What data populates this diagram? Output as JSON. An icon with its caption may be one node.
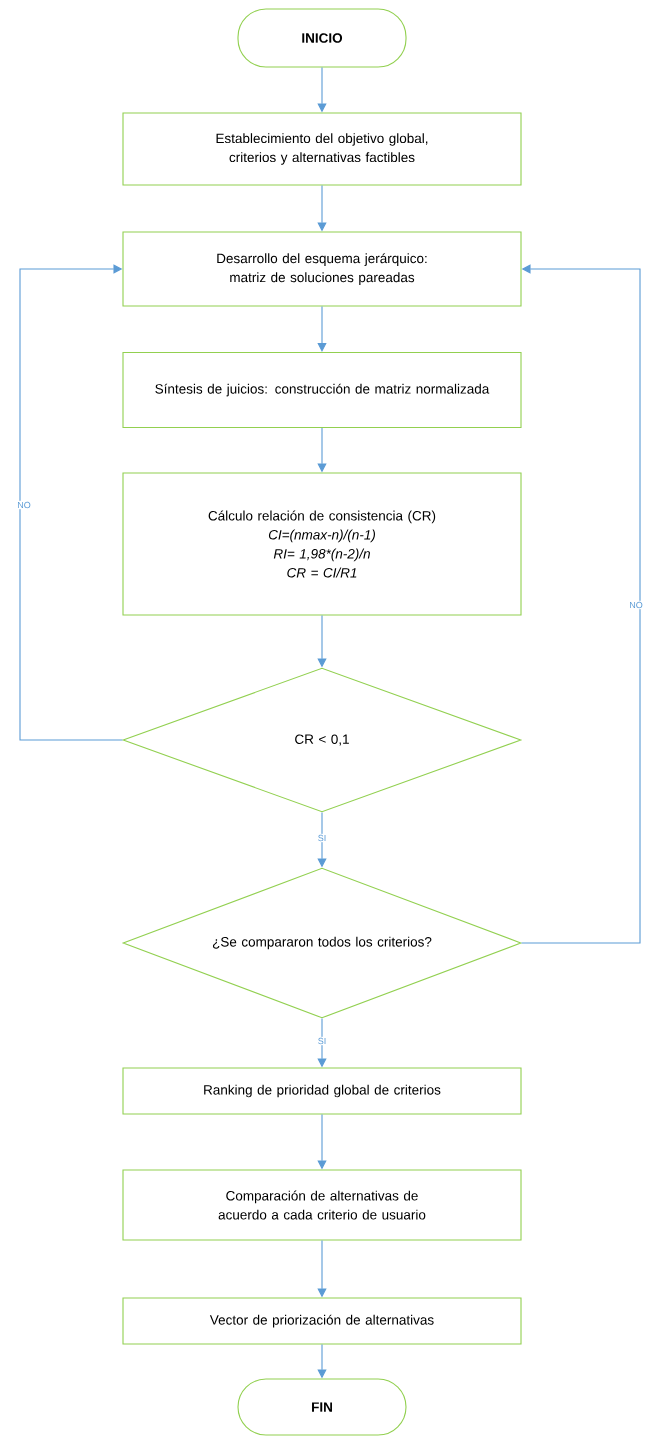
{
  "diagram": {
    "nodes": [
      {
        "text": [
          "INICIO"
        ]
      },
      {
        "text": [
          "Establecimiento del objetivo global, criterios y alternativas factibles"
        ]
      },
      {
        "text": [
          "Desarrollo del esquema jerárquico: matriz de soluciones pareadas"
        ]
      },
      {
        "text": [
          "Síntesis de juicios: construcción de matriz normalizada"
        ]
      },
      {
        "text": [
          "Cálculo relación de consistencia (CR)",
          "CI=(nmax-n)/(n-1)",
          "RI= 1,98*(n-2)/n",
          "CR = CI/R1"
        ]
      },
      {
        "text": [
          "CR < 0,1"
        ]
      },
      {
        "text": [
          "¿Se compararon todos los criterios?"
        ]
      },
      {
        "text": [
          "Ranking de prioridad global de criterios"
        ]
      },
      {
        "text": [
          "Comparación de alternativas de acuerdo a cada criterio de usuario"
        ]
      },
      {
        "text": [
          "Vector de priorización de alternativas"
        ]
      },
      {
        "text": [
          "FIN"
        ]
      }
    ],
    "edges": [
      {
        "from": 0,
        "to": 1,
        "arrow": "to"
      },
      {
        "from": 1,
        "to": 2,
        "arrow": "to"
      },
      {
        "from": 2,
        "to": 3,
        "arrow": "to"
      },
      {
        "from": 3,
        "to": 4,
        "arrow": "to"
      },
      {
        "from": 4,
        "to": 5,
        "arrow": "to"
      },
      {
        "from": 5,
        "to": 6,
        "arrow": "to",
        "label": "SI"
      },
      {
        "from": 5,
        "to": 2,
        "arrow": "to",
        "label": "NO"
      },
      {
        "from": 6,
        "to": 2,
        "arrow": "to",
        "label": "NO"
      },
      {
        "from": 6,
        "to": 7,
        "arrow": "to",
        "label": "SI"
      },
      {
        "from": 7,
        "to": 8,
        "arrow": "to"
      },
      {
        "from": 8,
        "to": 9,
        "arrow": "to"
      },
      {
        "from": 9,
        "to": 10,
        "arrow": "to"
      }
    ]
  }
}
